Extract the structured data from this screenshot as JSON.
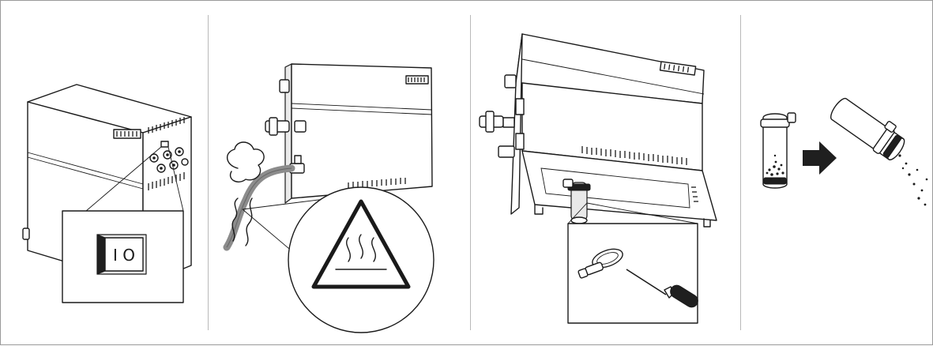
{
  "figure": {
    "panels": [
      {
        "id": "panel-1",
        "subject": "power-switch"
      },
      {
        "id": "panel-2",
        "subject": "hot-surface-warning"
      },
      {
        "id": "panel-3",
        "subject": "drain-hose-clamp"
      },
      {
        "id": "panel-4",
        "subject": "emptying-drain-filter"
      }
    ],
    "switch_label": "I O",
    "colors": {
      "line": "#1a1a1a",
      "background": "#ffffff",
      "divider": "#b9b9b9",
      "hose": "#8c8c8c",
      "arrow": "#1f1f1f"
    },
    "icons": [
      "power-switch-icon",
      "hot-surface-warning-icon",
      "hose-clamp-icon",
      "screwdriver-icon",
      "arrow-right-icon"
    ]
  }
}
